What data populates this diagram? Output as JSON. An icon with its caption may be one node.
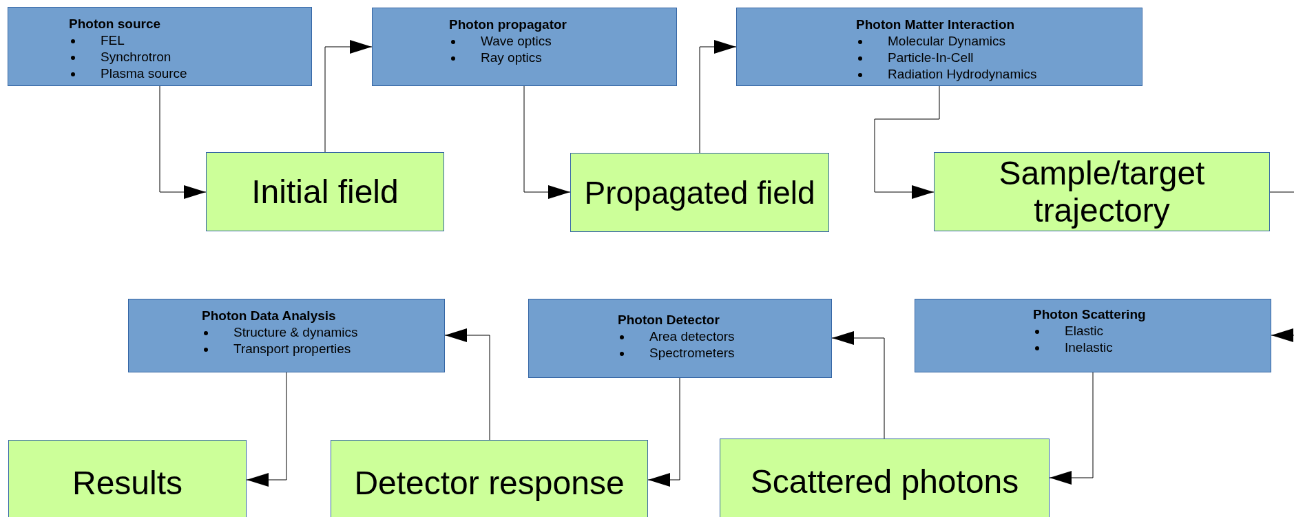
{
  "diagram": {
    "nodes": [
      {
        "text": [
          "Photon source",
          "FEL",
          "Synchrotron",
          "Plasma source"
        ]
      },
      {
        "text": [
          "Initial field"
        ]
      },
      {
        "text": [
          "Photon propagator",
          "Wave optics",
          "Ray optics"
        ]
      },
      {
        "text": [
          "Propagated field"
        ]
      },
      {
        "text": [
          "Photon Matter Interaction",
          "Molecular Dynamics",
          "Particle-In-Cell",
          "Radiation Hydrodynamics"
        ]
      },
      {
        "text": [
          "Sample/target trajectory"
        ]
      },
      {
        "text": [
          "Photon Scattering",
          "Elastic",
          "Inelastic"
        ]
      },
      {
        "text": [
          "Scattered photons"
        ]
      },
      {
        "text": [
          "Photon Detector",
          "Area detectors",
          "Spectrometers"
        ]
      },
      {
        "text": [
          "Detector response"
        ]
      },
      {
        "text": [
          "Photon Data Analysis",
          "Structure & dynamics",
          "Transport properties"
        ]
      },
      {
        "text": [
          "Results"
        ]
      }
    ],
    "edges": [
      {
        "from": 0,
        "to": 1,
        "arrow": "to"
      },
      {
        "from": 1,
        "to": 2,
        "arrow": "to"
      },
      {
        "from": 2,
        "to": 3,
        "arrow": "to"
      },
      {
        "from": 3,
        "to": 4,
        "arrow": "to"
      },
      {
        "from": 4,
        "to": 5,
        "arrow": "to"
      },
      {
        "from": 5,
        "to": 6,
        "arrow": "to"
      },
      {
        "from": 6,
        "to": 7,
        "arrow": "to"
      },
      {
        "from": 7,
        "to": 8,
        "arrow": "to"
      },
      {
        "from": 8,
        "to": 9,
        "arrow": "to"
      },
      {
        "from": 9,
        "to": 10,
        "arrow": "to"
      },
      {
        "from": 10,
        "to": 11,
        "arrow": "to"
      }
    ]
  }
}
